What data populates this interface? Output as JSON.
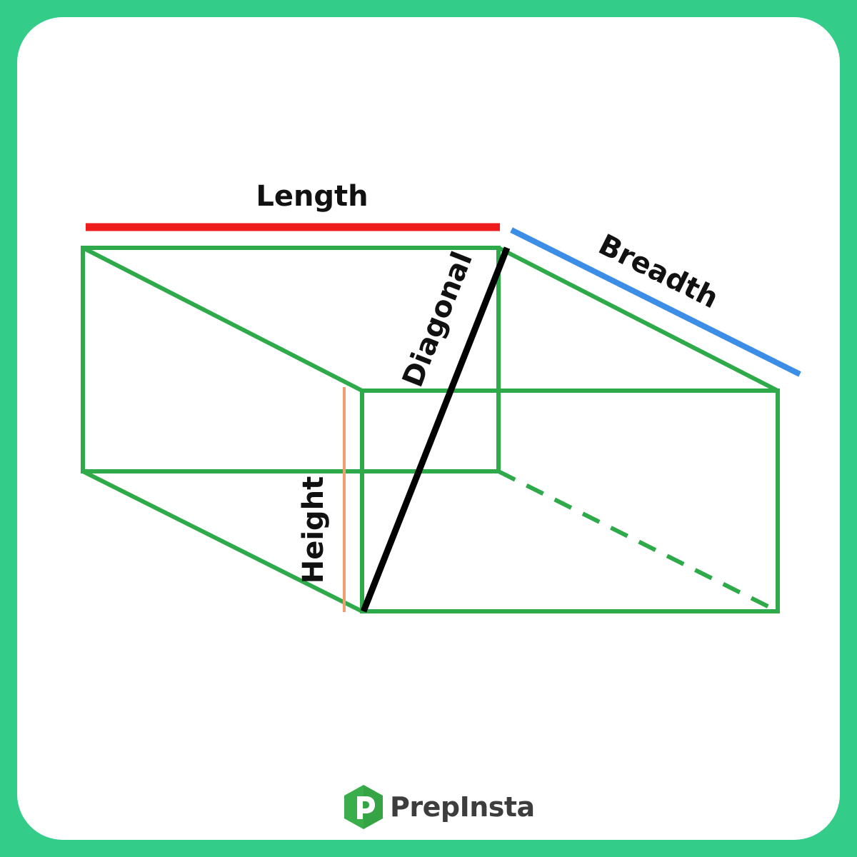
{
  "labels": {
    "length": "Length",
    "breadth": "Breadth",
    "height": "Height",
    "diagonal": "Diagonal"
  },
  "brand": {
    "name": "PrepInsta",
    "icon": "prepinsta-logo-icon"
  },
  "colors": {
    "frame": "#33cc88",
    "edges": "#2eaa4a",
    "length": "#ee1c1c",
    "breadth": "#3b8ee6",
    "height": "#f0a070",
    "diagonal": "#000000",
    "logo": "#3aae4a"
  }
}
